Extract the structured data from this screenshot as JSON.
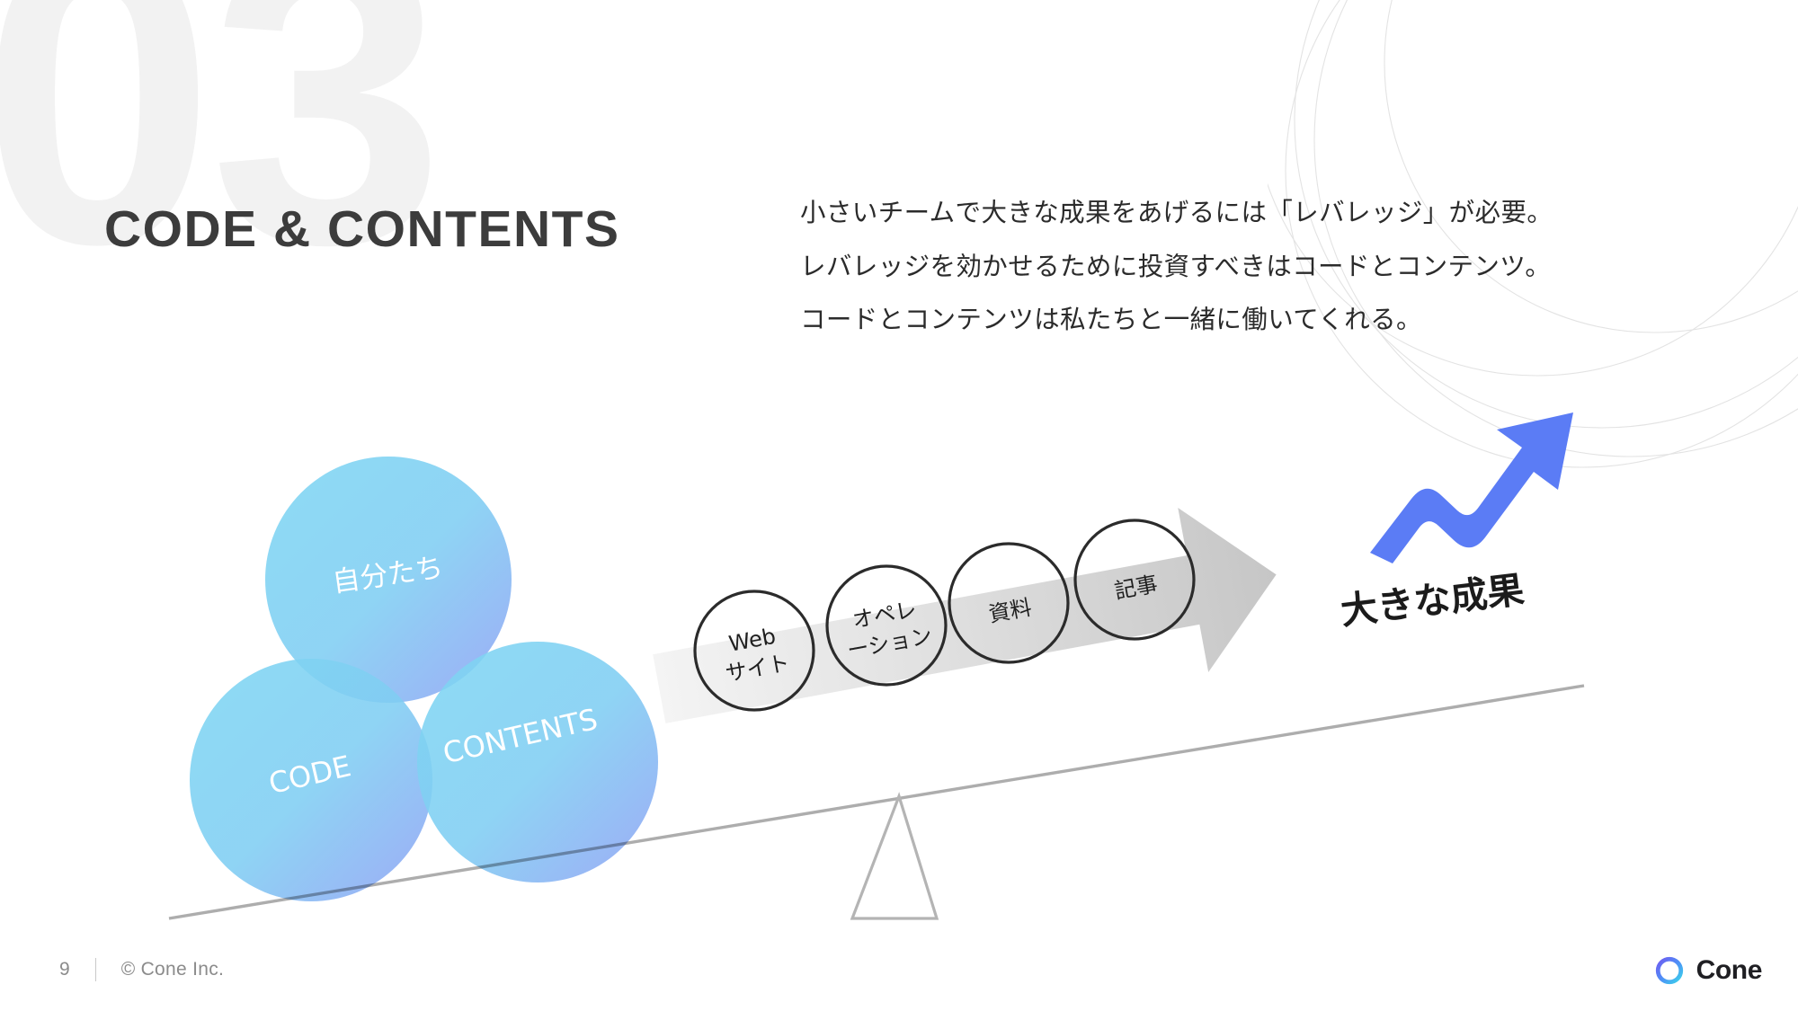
{
  "slide": {
    "number_watermark": "03",
    "title": "CODE & CONTENTS",
    "accent_blue": "#5b7cf5",
    "title_color": "#3c3c3c",
    "circle_gradient_from": "#7ed6f2",
    "circle_gradient_to": "#8f9ff4"
  },
  "body_copy": {
    "line1": "小さいチームで大きな成果をあげるには「レバレッジ」が必要。",
    "line2": "レバレッジを効かせるために投資すべきはコードとコンテンツ。",
    "line3": "コードとコンテンツは私たちと一緒に働いてくれる。"
  },
  "venn": {
    "circles": [
      {
        "label": "自分たち",
        "name": "venn-circle-team"
      },
      {
        "label": "CODE",
        "name": "venn-circle-code"
      },
      {
        "label": "CONTENTS",
        "name": "venn-circle-contents"
      }
    ]
  },
  "pipeline": {
    "steps": [
      {
        "line1": "Web",
        "line2": "サイト"
      },
      {
        "line1": "オペレ",
        "line2": "ーション"
      },
      {
        "line1": "資料",
        "line2": ""
      },
      {
        "line1": "記事",
        "line2": ""
      }
    ]
  },
  "outcome": {
    "label": "大きな成果"
  },
  "footer": {
    "page_number": "9",
    "copyright": "© Cone Inc.",
    "brand": "Cone"
  }
}
